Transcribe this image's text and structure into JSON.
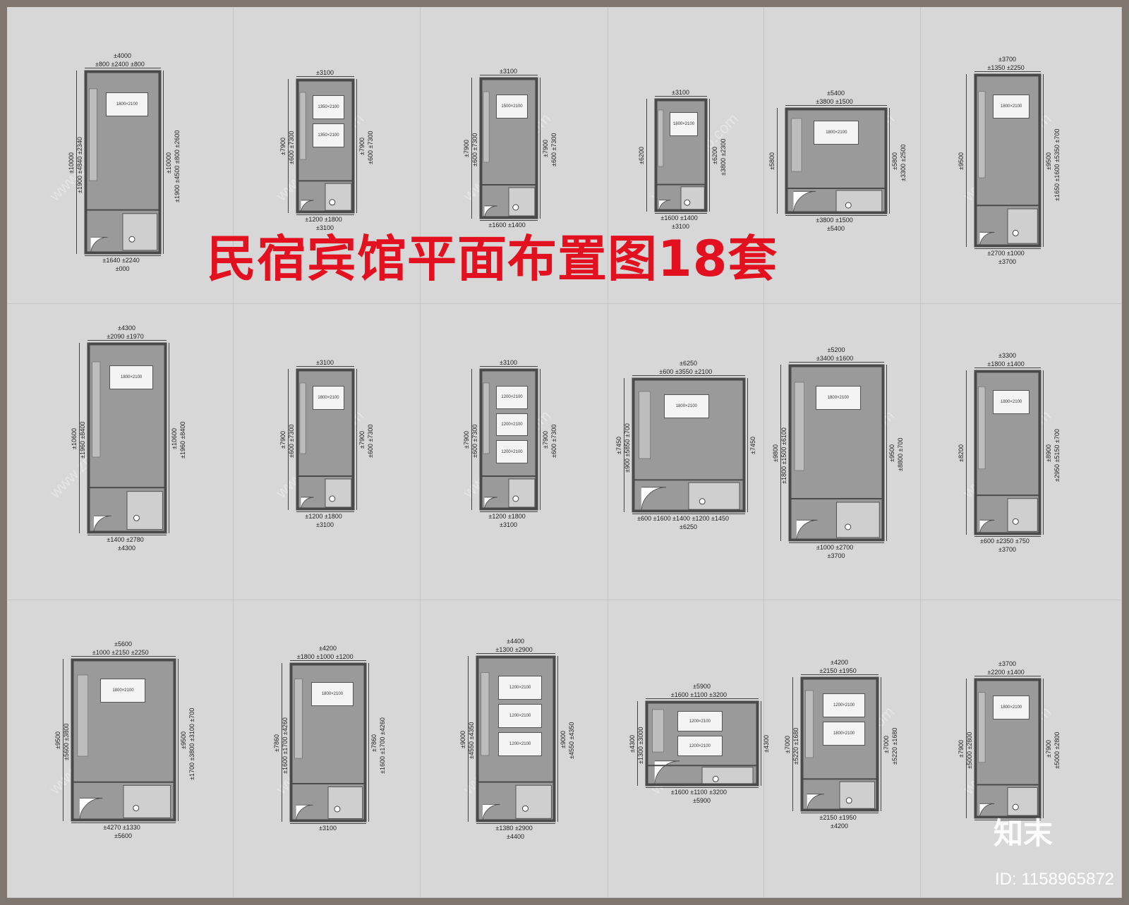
{
  "title": "民宿宾馆平面布置图18套",
  "logo_text": "知末",
  "image_id": "ID: 1158965872",
  "watermark_text": "www.znzmo.com",
  "colors": {
    "title": "#e3101f",
    "frame": "#7f776f",
    "sheet": "#d7d7d7",
    "wall": "#4a4a4a",
    "floor": "#9a9a9a"
  },
  "plans": [
    {
      "top": [
        "±4000",
        "±800 ±2400 ±800"
      ],
      "left": [
        "±10000",
        "±1900 ±4840 ±2340"
      ],
      "right": [
        "±10000",
        "±1900 ±4500 ±800 ±2600"
      ],
      "bottom": [
        "±1640 ±2240",
        "±000"
      ],
      "beds": [
        "1800×2100"
      ]
    },
    {
      "top": [
        "±3100"
      ],
      "left": [
        "±7900",
        "±600 ±7300"
      ],
      "right": [
        "±7900",
        "±600 ±7300"
      ],
      "bottom": [
        "±1200 ±1800",
        "±3100"
      ],
      "beds": [
        "1350×2100",
        "1350×2100"
      ]
    },
    {
      "top": [
        "±3100"
      ],
      "left": [
        "±7900",
        "±600 ±7300"
      ],
      "right": [
        "±7900",
        "±600 ±7300"
      ],
      "bottom": [
        "±1600 ±1400"
      ],
      "beds": [
        "1500×2100"
      ]
    },
    {
      "top": [
        "±3100"
      ],
      "left": [
        "±6200"
      ],
      "right": [
        "±6200",
        "±3800 ±2300"
      ],
      "bottom": [
        "±1600 ±1400",
        "±3100"
      ],
      "beds": [
        "1800×2100"
      ]
    },
    {
      "top": [
        "±5400",
        "±3800 ±1500"
      ],
      "left": [
        "±5800"
      ],
      "right": [
        "±5800",
        "±3300 ±2500"
      ],
      "bottom": [
        "±3800 ±1500",
        "±5400"
      ],
      "beds": [
        "1800×2100"
      ]
    },
    {
      "top": [
        "±3700",
        "±1350 ±2250"
      ],
      "left": [
        "±9500"
      ],
      "right": [
        "±9500",
        "±1650 ±1600 ±5350 ±700"
      ],
      "bottom": [
        "±2700 ±1000",
        "±3700"
      ],
      "beds": [
        "1800×2100"
      ]
    },
    {
      "top": [
        "±4300",
        "±2090 ±1970"
      ],
      "left": [
        "±10600",
        "±1960 ±8400"
      ],
      "right": [
        "±10600",
        "±1960 ±8400"
      ],
      "bottom": [
        "±1400 ±2780",
        "±4300"
      ],
      "beds": [
        "1800×2100"
      ]
    },
    {
      "top": [
        "±3100"
      ],
      "left": [
        "±7900",
        "±600 ±7300"
      ],
      "right": [
        "±7900",
        "±600 ±7300"
      ],
      "bottom": [
        "±1200 ±1800",
        "±3100"
      ],
      "beds": [
        "1800×2100"
      ]
    },
    {
      "top": [
        "±3100"
      ],
      "left": [
        "±7900",
        "±600 ±7300"
      ],
      "right": [
        "±7900",
        "±600 ±7300"
      ],
      "bottom": [
        "±1200 ±1800",
        "±3100"
      ],
      "beds": [
        "1200×2100",
        "1200×2100",
        "1200×2100"
      ]
    },
    {
      "top": [
        "±6250",
        "±600 ±3550 ±2100"
      ],
      "left": [
        "±7450",
        "±900 ±5850 ±700"
      ],
      "right": [
        "±7450"
      ],
      "bottom": [
        "±600 ±1600 ±1400 ±1200 ±1450",
        "±6250"
      ],
      "beds": [
        "1800×2100"
      ]
    },
    {
      "top": [
        "±5200",
        "±3400 ±1600"
      ],
      "left": [
        "±9800",
        "±1800 ±1500 ±6100"
      ],
      "right": [
        "±9500",
        "±8800 ±700"
      ],
      "bottom": [
        "±1000 ±2700",
        "±3700"
      ],
      "beds": [
        "1800×2100"
      ]
    },
    {
      "top": [
        "±3300",
        "±1800 ±1400"
      ],
      "left": [
        "±8200"
      ],
      "right": [
        "±8900",
        "±2950 ±5150 ±700"
      ],
      "bottom": [
        "±600 ±2350 ±750",
        "±3700"
      ],
      "beds": [
        "1800×2100"
      ]
    },
    {
      "top": [
        "±5600",
        "±1000 ±2150 ±2250"
      ],
      "left": [
        "±9500",
        "±5600 ±3800"
      ],
      "right": [
        "±9500",
        "±1700 ±3800 ±3100 ±700"
      ],
      "bottom": [
        "±4270 ±1330",
        "±5600"
      ],
      "beds": [
        "1800×2100"
      ]
    },
    {
      "top": [
        "±4200",
        "±1800 ±1000 ±1200"
      ],
      "left": [
        "±7860",
        "±1600 ±1700 ±4260"
      ],
      "right": [
        "±7860",
        "±1600 ±1700 ±4260"
      ],
      "bottom": [
        "±3100"
      ],
      "beds": [
        "1800×2100"
      ]
    },
    {
      "top": [
        "±4400",
        "±1300 ±2900"
      ],
      "left": [
        "±9000",
        "±4550 ±4350"
      ],
      "right": [
        "±9000",
        "±4550 ±4350"
      ],
      "bottom": [
        "±1380 ±2900",
        "±4400"
      ],
      "beds": [
        "1200×2100",
        "1200×2100",
        "1200×2100"
      ]
    },
    {
      "top": [
        "±5900",
        "±1600 ±1100 ±3200"
      ],
      "left": [
        "±4300",
        "±1300 ±3000"
      ],
      "right": [
        "±4300"
      ],
      "bottom": [
        "±1600 ±1100 ±3200",
        "±5900"
      ],
      "beds": [
        "1200×2100",
        "1200×2100"
      ]
    },
    {
      "top": [
        "±4200",
        "±2150 ±1950"
      ],
      "left": [
        "±7000",
        "±5220 ±1680"
      ],
      "right": [
        "±7000",
        "±5220 ±1680"
      ],
      "bottom": [
        "±2150 ±1950",
        "±4200"
      ],
      "beds": [
        "1200×2100",
        "1800×2100"
      ]
    },
    {
      "top": [
        "±3700",
        "±2200 ±1400"
      ],
      "left": [
        "±7900",
        "±5000 ±2800"
      ],
      "right": [
        "±7900",
        "±5000 ±2800"
      ],
      "bottom": [],
      "beds": [
        "1800×2100"
      ]
    }
  ]
}
